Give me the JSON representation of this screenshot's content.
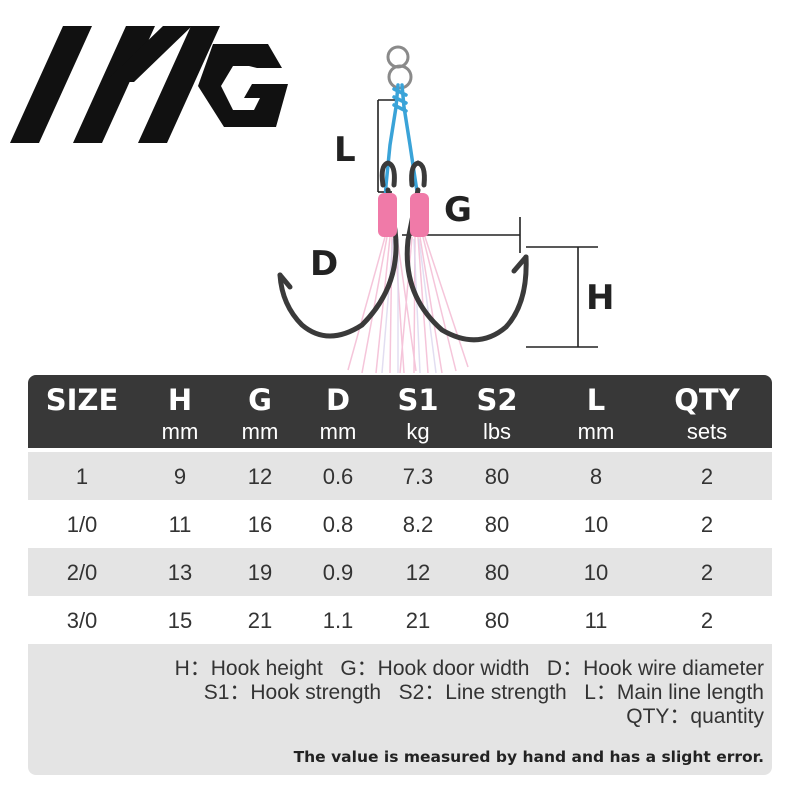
{
  "brand": {
    "logo_text": "MG"
  },
  "diagram": {
    "labels": {
      "l": "L",
      "g": "G",
      "d": "D",
      "h": "H"
    }
  },
  "table": {
    "headers": [
      {
        "name": "SIZE",
        "unit": ""
      },
      {
        "name": "H",
        "unit": "mm"
      },
      {
        "name": "G",
        "unit": "mm"
      },
      {
        "name": "D",
        "unit": "mm"
      },
      {
        "name": "S1",
        "unit": "kg"
      },
      {
        "name": "S2",
        "unit": "lbs"
      },
      {
        "name": "L",
        "unit": "mm"
      },
      {
        "name": "QTY",
        "unit": "sets"
      }
    ],
    "rows": [
      [
        "1",
        "9",
        "12",
        "0.6",
        "7.3",
        "80",
        "8",
        "2"
      ],
      [
        "1/0",
        "11",
        "16",
        "0.8",
        "8.2",
        "80",
        "10",
        "2"
      ],
      [
        "2/0",
        "13",
        "19",
        "0.9",
        "12",
        "80",
        "10",
        "2"
      ],
      [
        "3/0",
        "15",
        "21",
        "1.1",
        "21",
        "80",
        "11",
        "2"
      ]
    ]
  },
  "legend": {
    "line1": "H：Hook height   G：Hook door width   D：Hook wire diameter",
    "line2": "S1：Hook strength   S2：Line strength   L：Main line length",
    "line3": "QTY：quantity",
    "note": "The value is measured by hand and has a slight error."
  },
  "colors": {
    "header_bg": "#383838",
    "row_shade": "#e4e4e4",
    "cord": "#3aa3d8",
    "sleeve": "#f07aa8",
    "skirt": "#f4bfd6"
  }
}
